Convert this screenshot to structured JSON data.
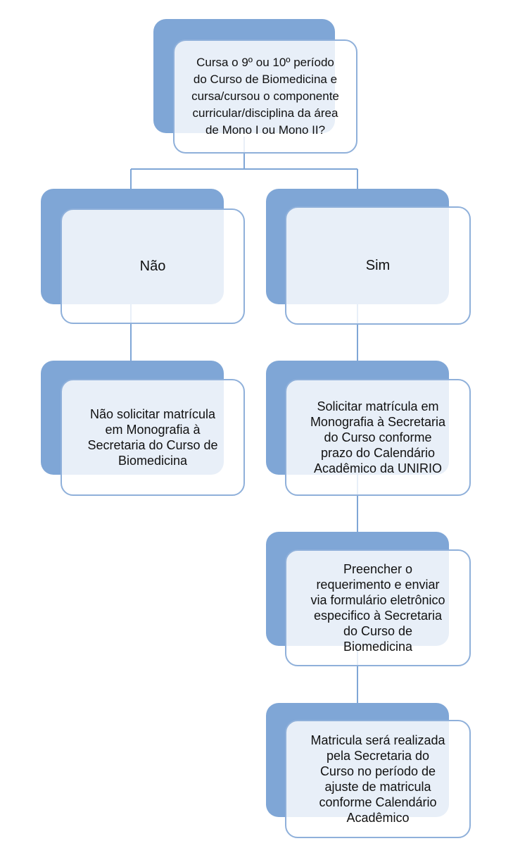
{
  "diagram": {
    "question": "Cursa o 9º ou 10º período\ndo Curso de Biomedicina e\ncursa/cursou o componente\ncurricular/disciplina da área\nde Mono I ou Mono II?",
    "branch_no": {
      "label": "Não",
      "action": "Não solicitar matrícula\nem Monografia à\nSecretaria do Curso de\nBiomedicina"
    },
    "branch_yes": {
      "label": "Sim",
      "step1": "Solicitar matrícula em\nMonografia à Secretaria\ndo Curso conforme\nprazo do Calendário\nAcadêmico da UNIRIO",
      "step2": "Preencher o\nrequerimento e enviar\nvia formulário eletrônico\nespecifico à Secretaria\ndo Curso de\nBiomedicina",
      "step3": "Matricula será realizada\npela Secretaria do\nCurso no período de\najuste de matricula\nconforme Calendário\nAcadêmico"
    }
  },
  "colors": {
    "shadow": "#7fa6d6",
    "border": "#8fb0da",
    "connector": "#7fa6d6"
  }
}
